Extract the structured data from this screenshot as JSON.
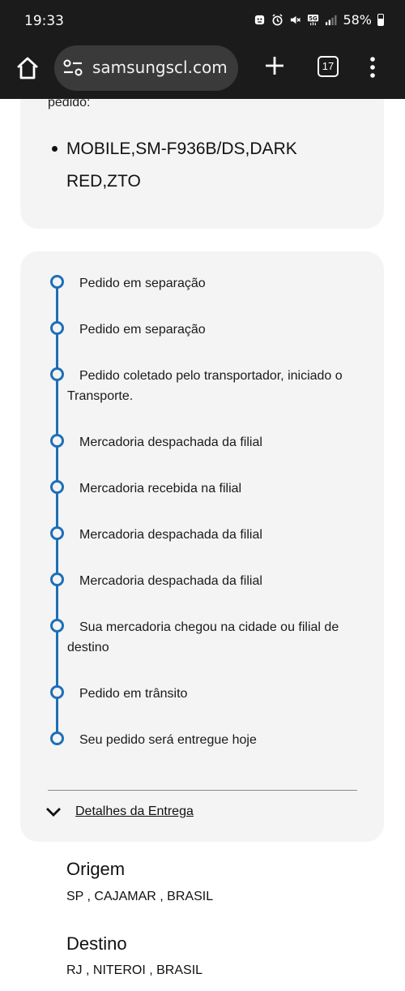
{
  "status_bar": {
    "time": "19:33",
    "network": "5G",
    "battery": "58%",
    "icons": [
      "face-icon",
      "alarm-icon",
      "mute-icon",
      "5g-icon",
      "signal-icon",
      "battery-icon"
    ]
  },
  "browser": {
    "url": "samsungscl.com",
    "tab_count": "17",
    "icons": [
      "home-icon",
      "tune-icon",
      "plus-icon",
      "tabs-icon",
      "more-vert-icon"
    ]
  },
  "order": {
    "label_cut": "pedido:",
    "items": [
      "MOBILE,SM-F936B/DS,DARK RED,ZTO"
    ]
  },
  "timeline": {
    "events": [
      "Pedido em separação",
      "Pedido em separação",
      "Pedido coletado pelo transportador, iniciado o Transporte.",
      "Mercadoria despachada da filial",
      "Mercadoria recebida na filial",
      "Mercadoria despachada da filial",
      "Mercadoria despachada da filial",
      "Sua mercadoria chegou na cidade ou filial de destino",
      "Pedido em trânsito",
      "Seu pedido será entregue hoje"
    ],
    "details_link": "Detalhes da Entrega",
    "accent_color": "#1d6fb8"
  },
  "origin": {
    "title": "Origem",
    "value": "SP , CAJAMAR , BRASIL"
  },
  "destination": {
    "title": "Destino",
    "value": "RJ , NITEROI , BRASIL"
  }
}
